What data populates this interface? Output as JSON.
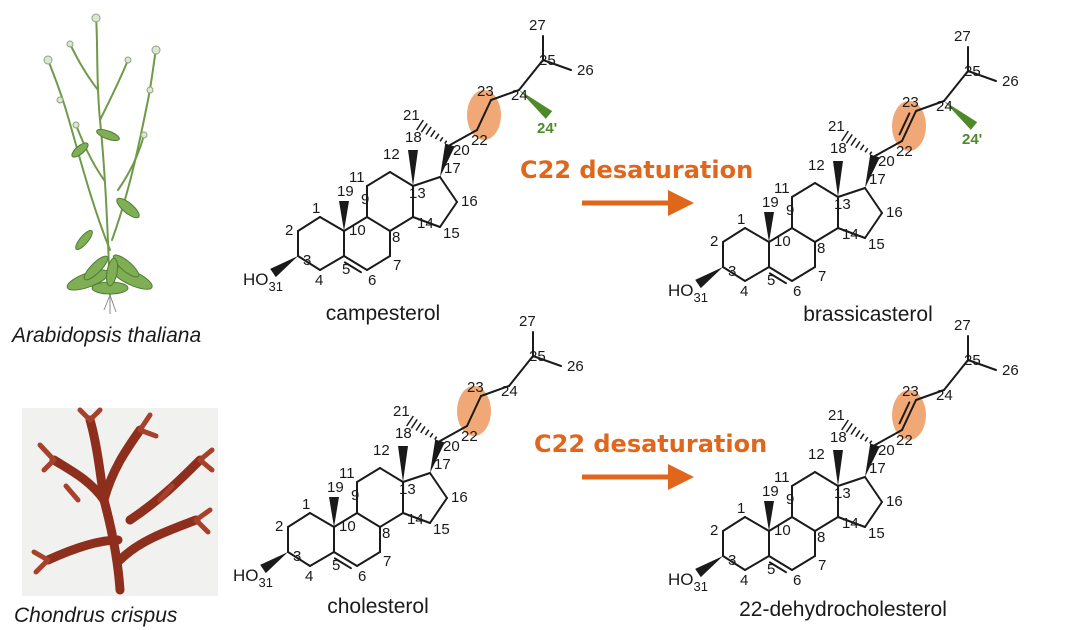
{
  "colors": {
    "accent": "#e0661c",
    "highlight": "#f0a877",
    "methyl_green": "#4e8a2a",
    "bond": "#1a1a1a"
  },
  "rows": [
    {
      "species": "Arabidopsis thaliana",
      "reaction_label": "C22 desaturation",
      "substrate": {
        "name": "campesterol",
        "methyl_label": "24'"
      },
      "product": {
        "name": "brassicasterol",
        "methyl_label": "24'"
      }
    },
    {
      "species": "Chondrus crispus",
      "reaction_label": "C22 desaturation",
      "substrate": {
        "name": "cholesterol"
      },
      "product": {
        "name": "22-dehydrocholesterol"
      }
    }
  ],
  "atom_labels": {
    "hydroxyl": "HO",
    "hydroxyl_sub": "31",
    "c1": "1",
    "c2": "2",
    "c3": "3",
    "c4": "4",
    "c5": "5",
    "c6": "6",
    "c7": "7",
    "c8": "8",
    "c9": "9",
    "c10": "10",
    "c11": "11",
    "c12": "12",
    "c13": "13",
    "c14": "14",
    "c15": "15",
    "c16": "16",
    "c17": "17",
    "c18": "18",
    "c19": "19",
    "c20": "20",
    "c21": "21",
    "c22": "22",
    "c23": "23",
    "c24": "24",
    "c25": "25",
    "c26": "26",
    "c27": "27"
  }
}
